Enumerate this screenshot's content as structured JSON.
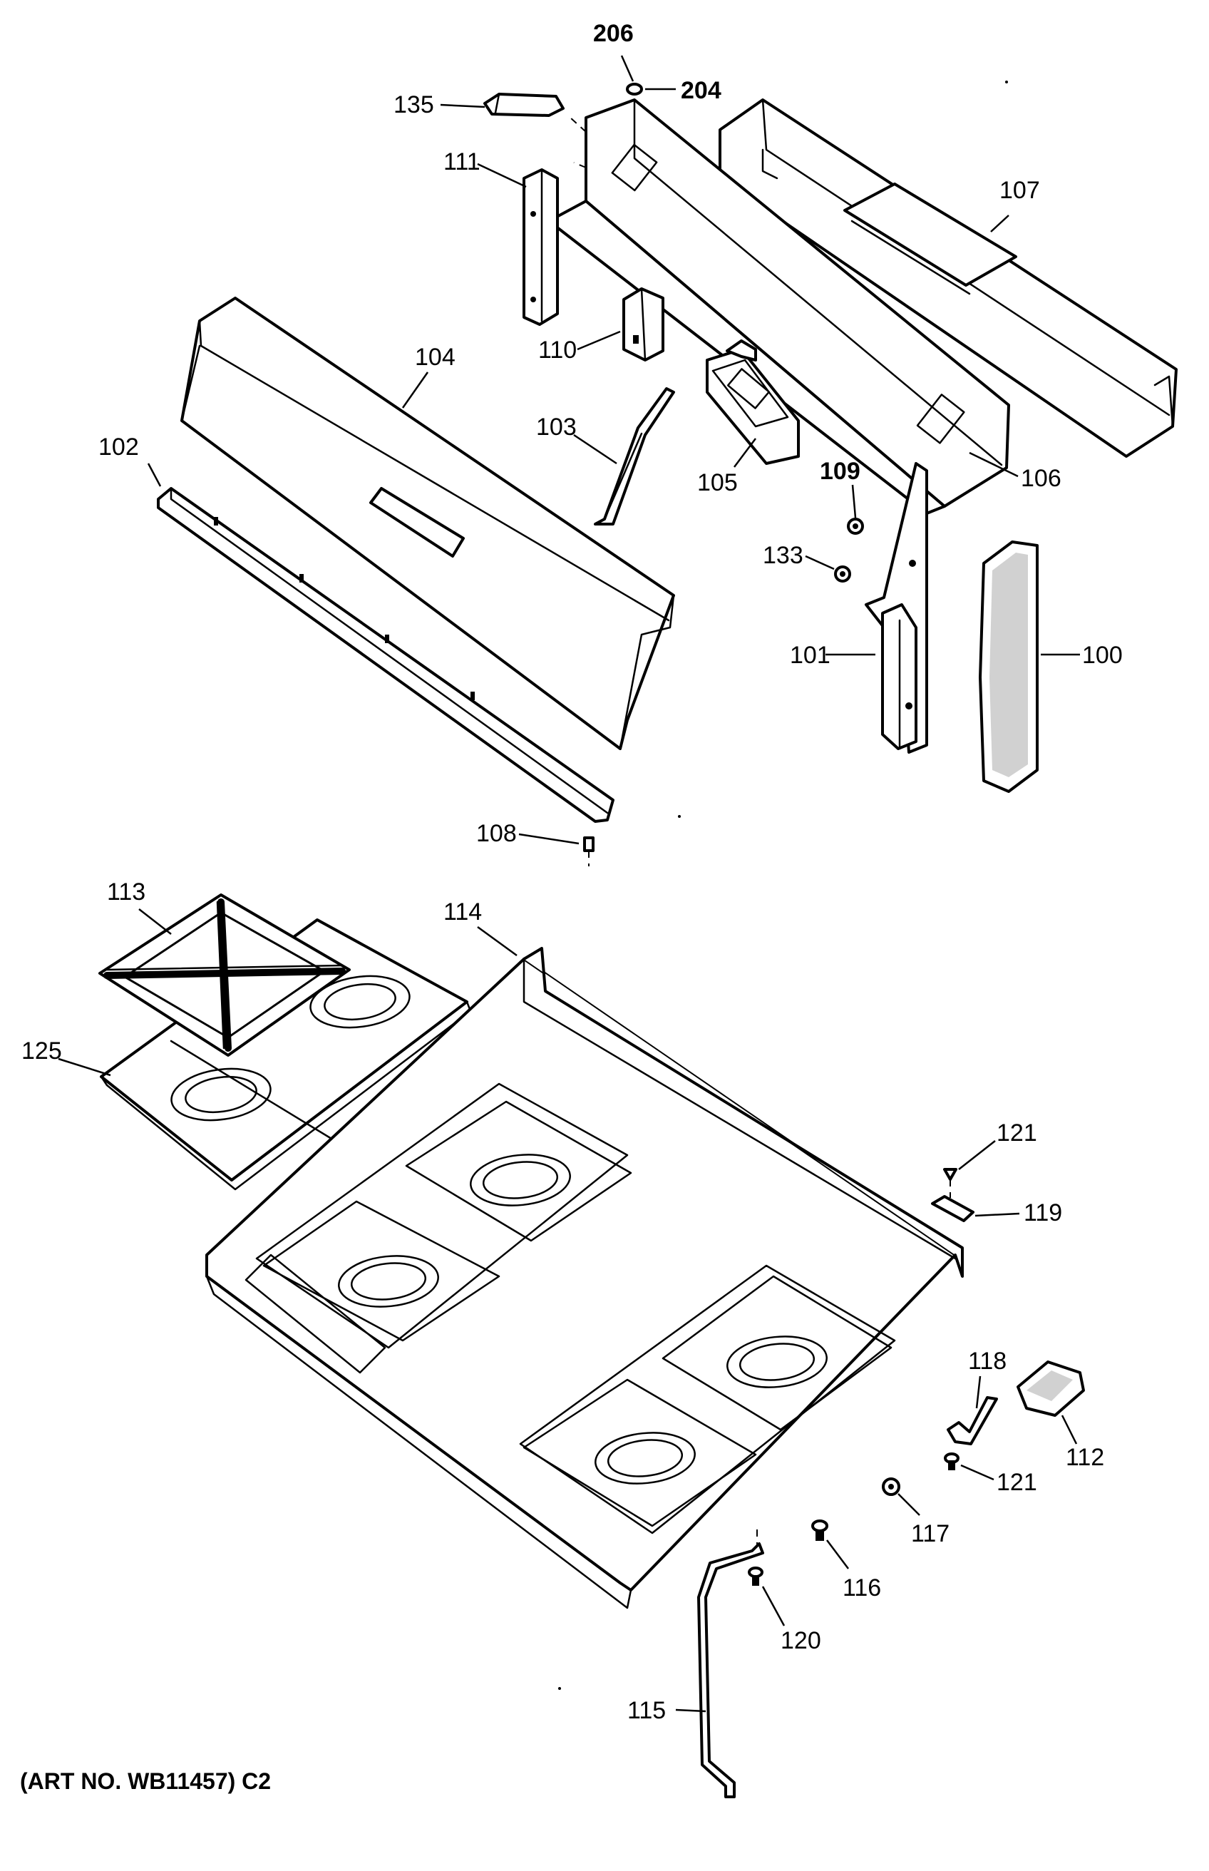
{
  "labels": {
    "p100": "100",
    "p101": "101",
    "p102": "102",
    "p103": "103",
    "p104": "104",
    "p105": "105",
    "p106": "106",
    "p107": "107",
    "p108": "108",
    "p109": "109",
    "p110": "110",
    "p111": "111",
    "p112": "112",
    "p113": "113",
    "p114": "114",
    "p115": "115",
    "p116": "116",
    "p117": "117",
    "p118": "118",
    "p119": "119",
    "p120": "120",
    "p121a": "121",
    "p121b": "121",
    "p125": "125",
    "p133": "133",
    "p135": "135",
    "p204": "204",
    "p206": "206"
  },
  "art_number": "(ART NO. WB11457) C2"
}
